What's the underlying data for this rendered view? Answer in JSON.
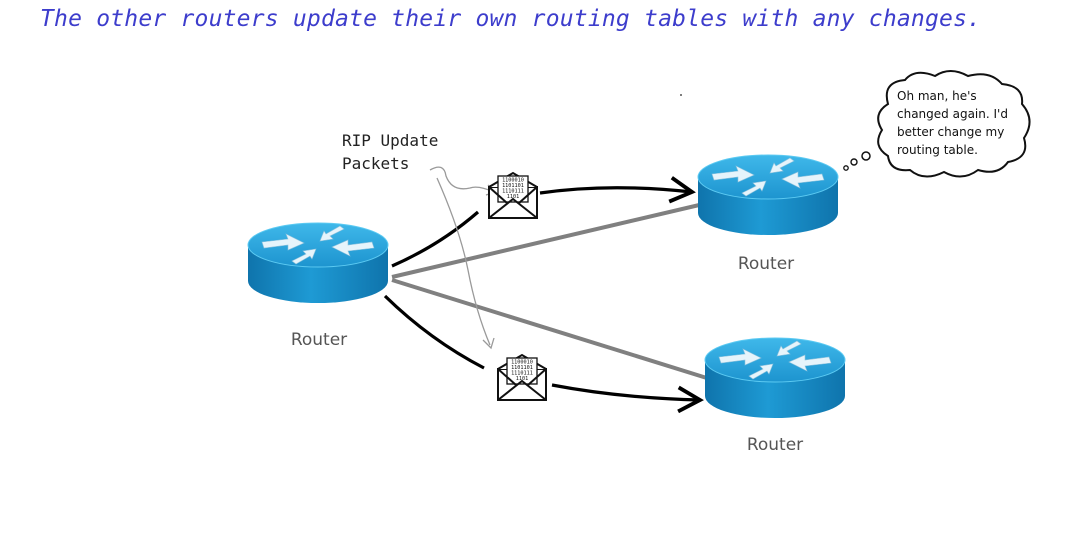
{
  "heading": "The other routers update their own routing tables with any changes.",
  "routers": {
    "sender": {
      "label": "Router"
    },
    "receiver_top": {
      "label": "Router"
    },
    "receiver_bottom": {
      "label": "Router"
    }
  },
  "rip_label": {
    "line1": "RIP Update",
    "line2": "Packets"
  },
  "packet_binary": [
    "1100010",
    "1101101",
    "1110111",
    "1101"
  ],
  "thought_bubble": {
    "lines": [
      "Oh man, he's",
      "changed again. I'd",
      "better change my",
      "routing table."
    ]
  },
  "colors": {
    "heading": "#3d3dcc",
    "router_top": "#1f9fd8",
    "router_side": "#1787c2",
    "link": "#808080",
    "arrow": "#000000"
  }
}
